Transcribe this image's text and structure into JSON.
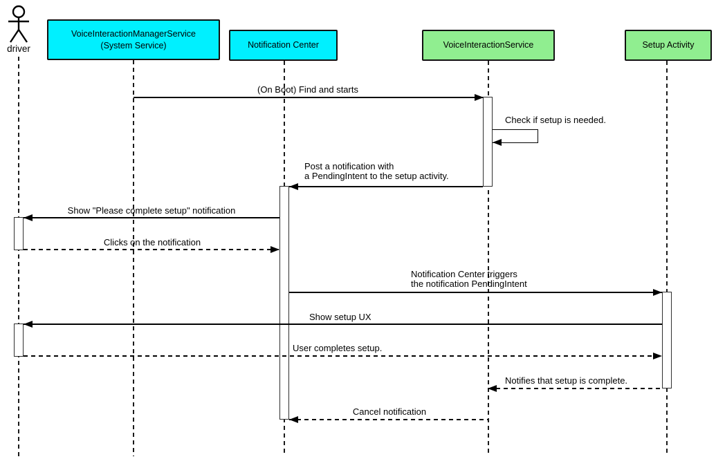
{
  "colors": {
    "participant_cyan": "#00F0FF",
    "participant_green": "#90EE90"
  },
  "actor": {
    "label": "driver"
  },
  "participants": [
    {
      "line1": "VoiceInteractionManagerService",
      "line2": "(System Service)"
    },
    {
      "line1": "Notification Center"
    },
    {
      "line1": "VoiceInteractionService"
    },
    {
      "line1": "Setup Activity"
    }
  ],
  "messages": [
    {
      "from": "VoiceInteractionManagerService (System Service)",
      "to": "VoiceInteractionService",
      "type": "solid",
      "label": "(On Boot) Find and starts"
    },
    {
      "from": "VoiceInteractionService",
      "to": "VoiceInteractionService",
      "type": "self",
      "label": "Check if setup is needed."
    },
    {
      "from": "VoiceInteractionService",
      "to": "Notification Center",
      "type": "solid",
      "line1": "Post a notification with",
      "line2": "a PendingIntent to the setup activity."
    },
    {
      "from": "Notification Center",
      "to": "driver",
      "type": "solid",
      "label": "Show \"Please complete setup\" notification"
    },
    {
      "from": "driver",
      "to": "Notification Center",
      "type": "dashed",
      "label": "Clicks on the notification"
    },
    {
      "from": "Notification Center",
      "to": "Setup Activity",
      "type": "solid",
      "line1": "Notification Center triggers",
      "line2": "the notification PendingIntent"
    },
    {
      "from": "Setup Activity",
      "to": "driver",
      "type": "solid",
      "label": "Show setup UX"
    },
    {
      "from": "driver",
      "to": "Setup Activity",
      "type": "dashed",
      "label": "User completes setup."
    },
    {
      "from": "Setup Activity",
      "to": "VoiceInteractionService",
      "type": "dashed",
      "label": "Notifies that setup is complete."
    },
    {
      "from": "VoiceInteractionService",
      "to": "Notification Center",
      "type": "dashed",
      "label": "Cancel notification"
    }
  ]
}
